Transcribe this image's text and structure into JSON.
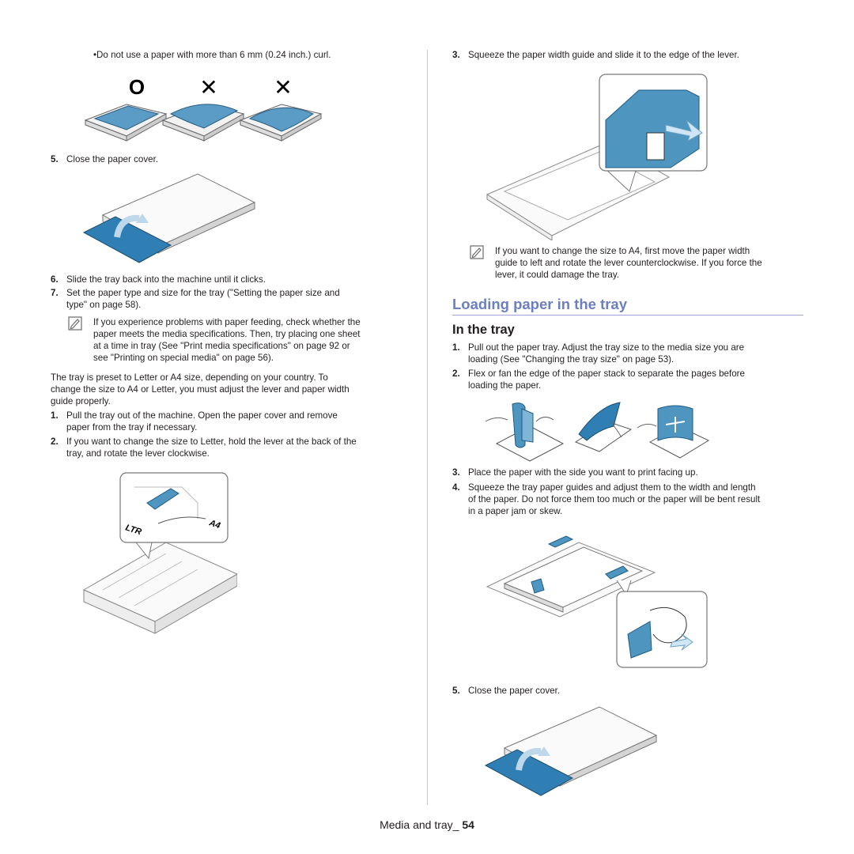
{
  "left": {
    "curl_bullet": "•Do not use a paper with more than 6 mm (0.24 inch.) curl.",
    "curl_marks": [
      "O",
      "✕",
      "✕"
    ],
    "step5": {
      "num": "5.",
      "text": "Close the paper cover."
    },
    "step6": {
      "num": "6.",
      "text": "Slide the tray back into the machine until it clicks."
    },
    "step7": {
      "num": "7.",
      "line1": "Set the paper type and size for the tray (\"Setting the paper size and",
      "line2": "type\" on page 58)."
    },
    "note": {
      "line1": "If you experience problems with paper feeding, check whether the",
      "line2": "paper meets the media specifications. Then, try placing one sheet",
      "line3": "at a time in tray (See \"Print media specifications\" on page 92 or",
      "line4": "see \"Printing on special media\" on page 56)."
    },
    "para": {
      "line1": "The tray is preset to Letter or A4 size, depending on your country. To",
      "line2": "change the size to A4 or Letter, you must adjust the lever and paper width",
      "line3": "guide properly."
    },
    "step1": {
      "num": "1.",
      "line1": "Pull the tray out of the machine. Open the paper cover and remove",
      "line2": "paper from the tray if necessary."
    },
    "step2": {
      "num": "2.",
      "line1": "If you want to change the size to Letter, hold the lever at the back of the",
      "line2": "tray, and rotate the lever clockwise."
    },
    "lever_labels": {
      "ltr": "LTR",
      "a4": "A4"
    }
  },
  "right": {
    "step3": {
      "num": "3.",
      "text": "Squeeze the paper width guide and slide it to the edge of the lever."
    },
    "note": {
      "line1": "If you want to change the size to A4, first move the paper width",
      "line2": "guide to left and rotate the lever counterclockwise. If you force the",
      "line3": "lever, it could damage the tray."
    },
    "section_title": "Loading paper in the tray",
    "subsection_title": "In the tray",
    "s1": {
      "num": "1.",
      "line1": "Pull out the paper tray. Adjust the tray size to the media size you are",
      "line2": "loading (See \"Changing the tray size\" on page 53)."
    },
    "s2": {
      "num": "2.",
      "line1": "Flex or fan the edge of the paper stack to separate the pages before",
      "line2": "loading the paper."
    },
    "s3": {
      "num": "3.",
      "text": "Place the paper with the side you want to print facing up."
    },
    "s4": {
      "num": "4.",
      "line1": "Squeeze the tray paper guides and adjust them to the width and length",
      "line2": "of the paper. Do not force them too much or the paper will be bent result",
      "line3": "in a paper jam or skew."
    },
    "s5": {
      "num": "5.",
      "text": "Close the paper cover."
    }
  },
  "footer": {
    "label": "Media and tray_ ",
    "page": "54"
  },
  "colors": {
    "heading": "#6c7fc1",
    "tray_blue": "#4e95c0",
    "cover_blue": "#2f7fb5",
    "rule": "#9aa6d6"
  }
}
